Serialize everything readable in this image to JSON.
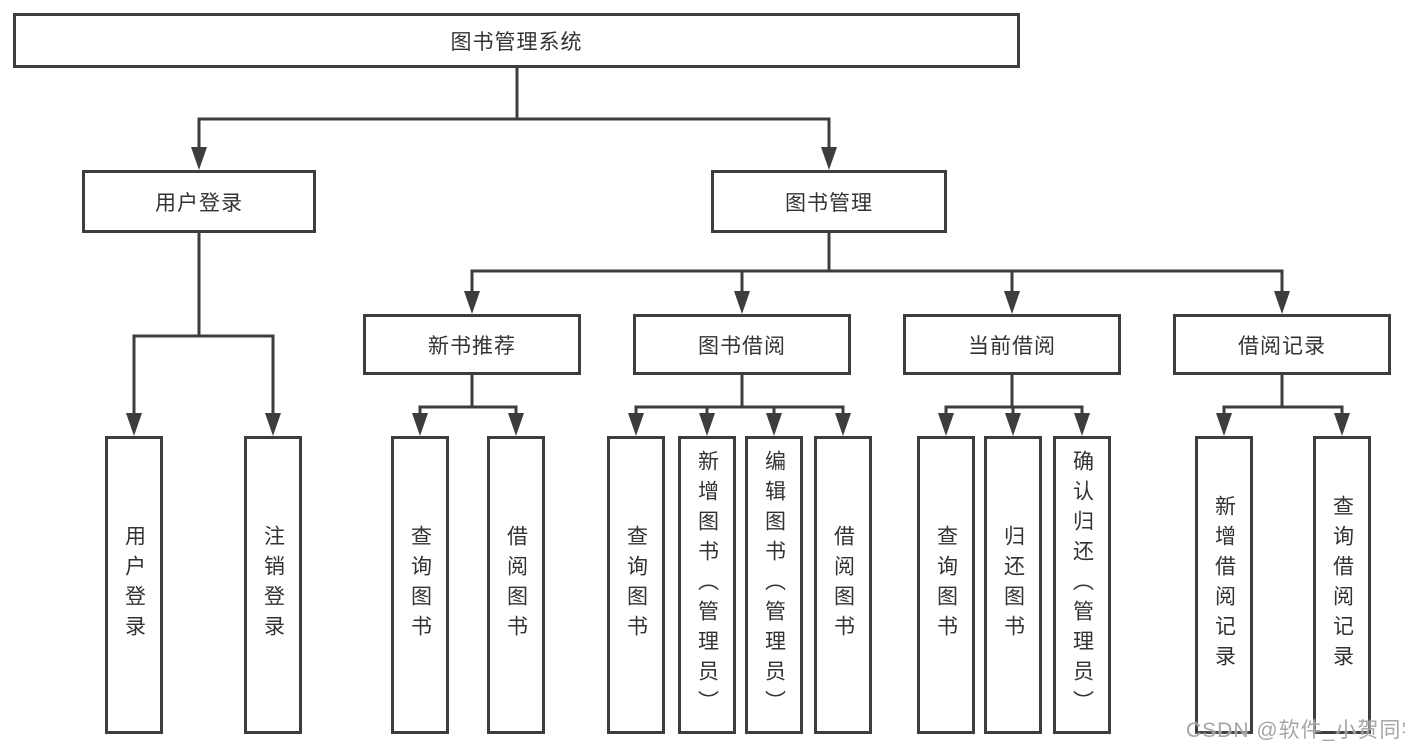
{
  "tree": {
    "root": {
      "label": "图书管理系统"
    },
    "level2": [
      {
        "label": "用户登录"
      },
      {
        "label": "图书管理"
      }
    ],
    "level3": [
      {
        "label": "新书推荐"
      },
      {
        "label": "图书借阅"
      },
      {
        "label": "当前借阅"
      },
      {
        "label": "借阅记录"
      }
    ],
    "leaves": {
      "user_login": [
        "用户登录",
        "注销登录"
      ],
      "new_book": [
        "查询图书",
        "借阅图书"
      ],
      "borrow": [
        "查询图书",
        "新增图书（管理员）",
        "编辑图书（管理员）",
        "借阅图书"
      ],
      "current": [
        "查询图书",
        "归还图书",
        "确认归还（管理员）"
      ],
      "records": [
        "新增借阅记录",
        "查询借阅记录"
      ]
    }
  },
  "colors": {
    "line": "#3d3d3d",
    "text": "#333333",
    "background": "#ffffff",
    "watermark": "#9e9e9e"
  },
  "watermark": {
    "text": "CSDN @软件_小贺同学"
  }
}
